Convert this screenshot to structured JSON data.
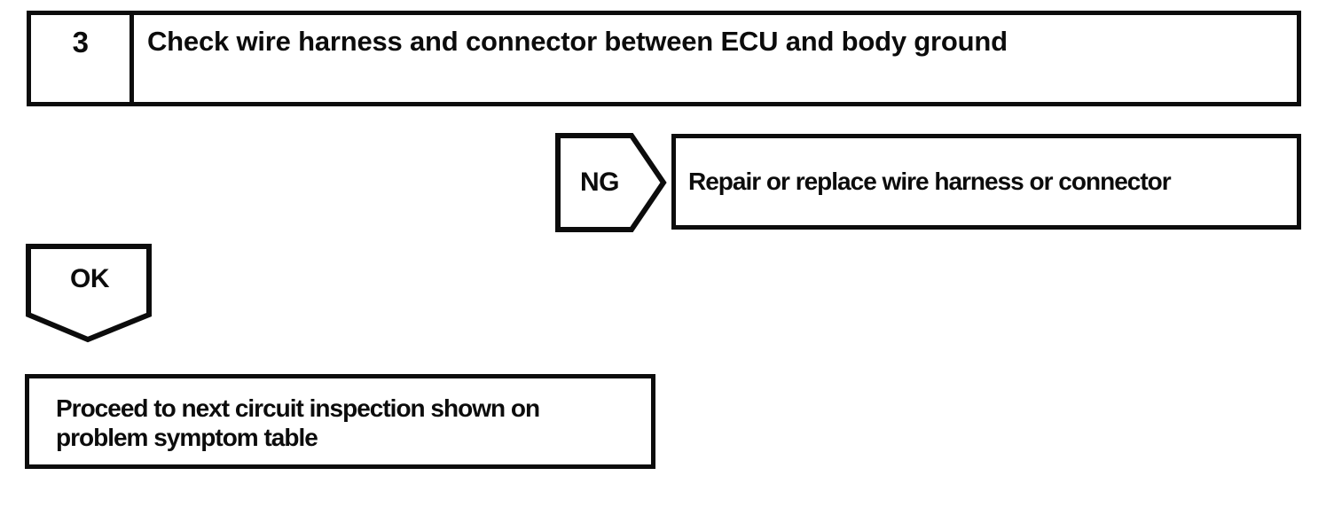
{
  "flowchart": {
    "step": {
      "number": "3",
      "title": "Check wire harness and connector between ECU and body ground"
    },
    "ng_branch": {
      "label": "NG",
      "action": "Repair or replace wire harness or connector"
    },
    "ok_branch": {
      "label": "OK",
      "action_lines": {
        "line1": "Proceed to next circuit inspection shown on",
        "line2": "problem symptom table"
      }
    },
    "colors": {
      "ink": "#0c0c0c",
      "background": "#ffffff"
    }
  }
}
